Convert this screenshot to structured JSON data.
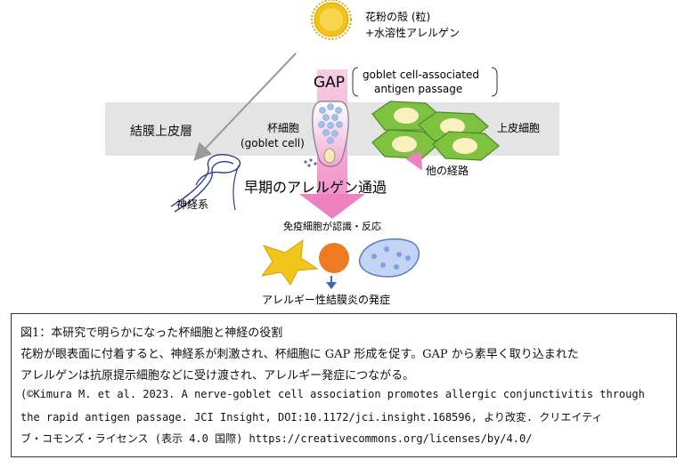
{
  "labels": {
    "pollen_line1": "花粉の殻 (粒)",
    "pollen_line2": "+水溶性アレルゲン",
    "gap": "GAP",
    "gap_full_line1": "goblet cell-associated",
    "gap_full_line2": "antigen passage",
    "epithelium": "結膜上皮層",
    "goblet_ja": "杯細胞",
    "goblet_en": "(goblet cell)",
    "epithelial_cells": "上皮細胞",
    "other_route": "他の経路",
    "early_passage": "早期のアレルゲン通過",
    "nerve": "神経系",
    "immune": "免疫細胞が認識・反応",
    "onset": "アレルギー性結膜炎の発症"
  },
  "caption": {
    "line1": "図1：本研究で明らかになった杯細胞と神経の役割",
    "line2": "花粉が眼表面に付着すると、神経系が刺激され、杯細胞に GAP 形成を促す。GAP から素早く取り込まれた",
    "line3": "アレルゲンは抗原提示細胞などに受け渡され、アレルギー発症につながる。",
    "line4": "(©Kimura M. et al. 2023. A nerve-goblet cell association promotes allergic conjunctivitis through",
    "line5": "the rapid antigen passage. JCI Insight, DOI:10.1172/jci.insight.168596, より改変. クリエイティ",
    "line6": "ブ・コモンズ・ライセンス (表示 4.0 国際) https://creativecommons.org/licenses/by/4.0/"
  },
  "colors": {
    "pollen": "#f2c21b",
    "epithelium_band": "#e4e4e4",
    "epithelial_cell": "#7fc241",
    "goblet_gradient_top": "#ffffff",
    "goblet_gradient_bottom": "#f2a9cf",
    "pink_arrow": "#ee82c0",
    "nerve": "#2f3f93",
    "dendritic": "#f2c51d",
    "orange_cell": "#ee7a22",
    "blue_cell": "#7f9fe1"
  },
  "icons": [
    "pollen-grain-icon",
    "goblet-cell-icon",
    "epithelial-cell-icon",
    "nerve-icon",
    "dendritic-cell-icon",
    "orange-immune-cell-icon",
    "blue-immune-cell-icon"
  ]
}
